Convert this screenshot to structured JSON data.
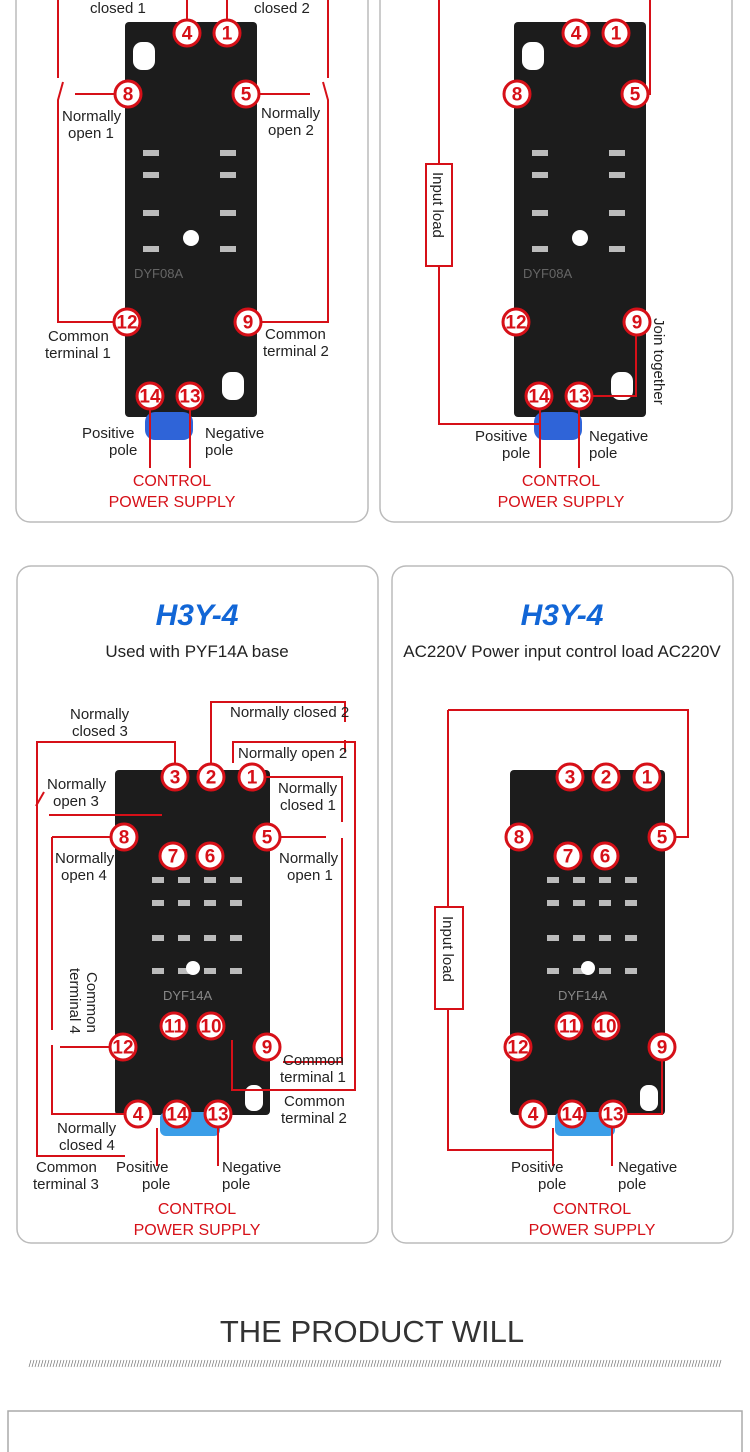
{
  "colors": {
    "accent": "#d61018",
    "title": "#1266d6"
  },
  "top_left": {
    "labels": {
      "nc1": "closed 1",
      "nc2": "closed 2",
      "no1a": "Normally",
      "no1b": "open 1",
      "no2a": "Normally",
      "no2b": "open 2",
      "ct1a": "Common",
      "ct1b": "terminal 1",
      "ct2a": "Common",
      "ct2b": "terminal 2",
      "pos_a": "Positive",
      "pos_b": "pole",
      "neg_a": "Negative",
      "neg_b": "pole",
      "ctrl_a": "CONTROL",
      "ctrl_b": "POWER SUPPLY"
    },
    "model": "DYF08A"
  },
  "top_right": {
    "labels": {
      "input_load": "Input load",
      "join": "Join together",
      "pos_a": "Positive",
      "pos_b": "pole",
      "neg_a": "Negative",
      "neg_b": "pole",
      "ctrl_a": "CONTROL",
      "ctrl_b": "POWER SUPPLY"
    },
    "model": "DYF08A"
  },
  "bottom_left": {
    "title": "H3Y-4",
    "subtitle": "Used with PYF14A base",
    "model": "DYF14A",
    "labels": {
      "nc3a": "Normally",
      "nc3b": "closed 3",
      "nc2": "Normally closed 2",
      "no2": "Normally open 2",
      "no3a": "Normally",
      "no3b": "open 3",
      "nc1a": "Normally",
      "nc1b": "closed 1",
      "no4a": "Normally",
      "no4b": "open 4",
      "no1a": "Normally",
      "no1b": "open 1",
      "ct4a": "Common",
      "ct4b": "terminal 4",
      "ct1a": "Common",
      "ct1b": "terminal 1",
      "ct2a": "Common",
      "ct2b": "terminal 2",
      "nc4a": "Normally",
      "nc4b": "closed 4",
      "ct3a": "Common",
      "ct3b": "terminal 3",
      "pos_a": "Positive",
      "pos_b": "pole",
      "neg_a": "Negative",
      "neg_b": "pole",
      "ctrl_a": "CONTROL",
      "ctrl_b": "POWER SUPPLY"
    }
  },
  "bottom_right": {
    "title": "H3Y-4",
    "subtitle": "AC220V Power input control load AC220V",
    "model": "DYF14A",
    "labels": {
      "input_load": "Input load",
      "pos_a": "Positive",
      "pos_b": "pole",
      "neg_a": "Negative",
      "neg_b": "pole",
      "ctrl_a": "CONTROL",
      "ctrl_b": "POWER SUPPLY"
    }
  },
  "section": {
    "heading": "THE PRODUCT WILL"
  },
  "terminals8": [
    "4",
    "1",
    "8",
    "5",
    "12",
    "9",
    "14",
    "13"
  ],
  "terminals14": [
    "3",
    "2",
    "1",
    "8",
    "7",
    "6",
    "5",
    "11",
    "10",
    "12",
    "9",
    "4",
    "14",
    "13"
  ]
}
